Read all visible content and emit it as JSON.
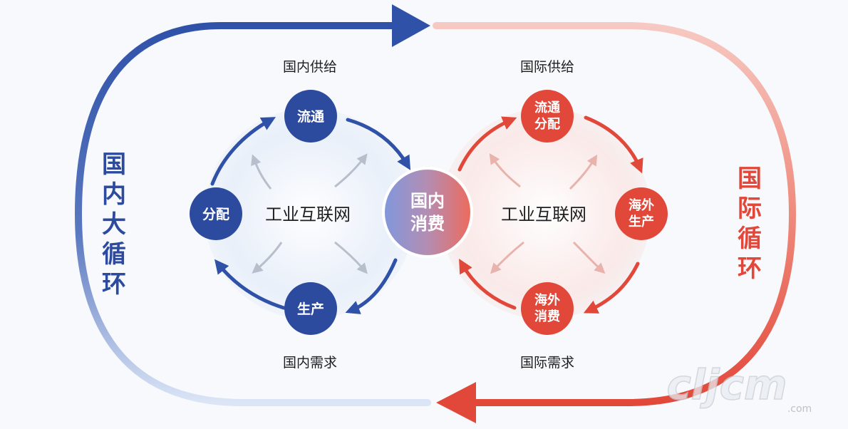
{
  "loop_labels": {
    "domain": "国内大循环",
    "international": "国际循环"
  },
  "domestic": {
    "supply": "国内供给",
    "demand": "国内需求",
    "hub": "工业互联网",
    "nodes": {
      "circulation": "流通",
      "distribution": "分配",
      "production": "生产"
    },
    "color": "#2c4a9e"
  },
  "international": {
    "supply": "国际供给",
    "demand": "国际需求",
    "hub": "工业互联网",
    "nodes": {
      "circulation_line1": "流通",
      "circulation_line2": "分配",
      "production_line1": "海外",
      "production_line2": "生产",
      "consumption_line1": "海外",
      "consumption_line2": "消费"
    },
    "color": "#e2483a"
  },
  "center": {
    "line1": "国内",
    "line2": "消费"
  },
  "watermark": {
    "main": "cljcm",
    "suffix": ".com"
  }
}
